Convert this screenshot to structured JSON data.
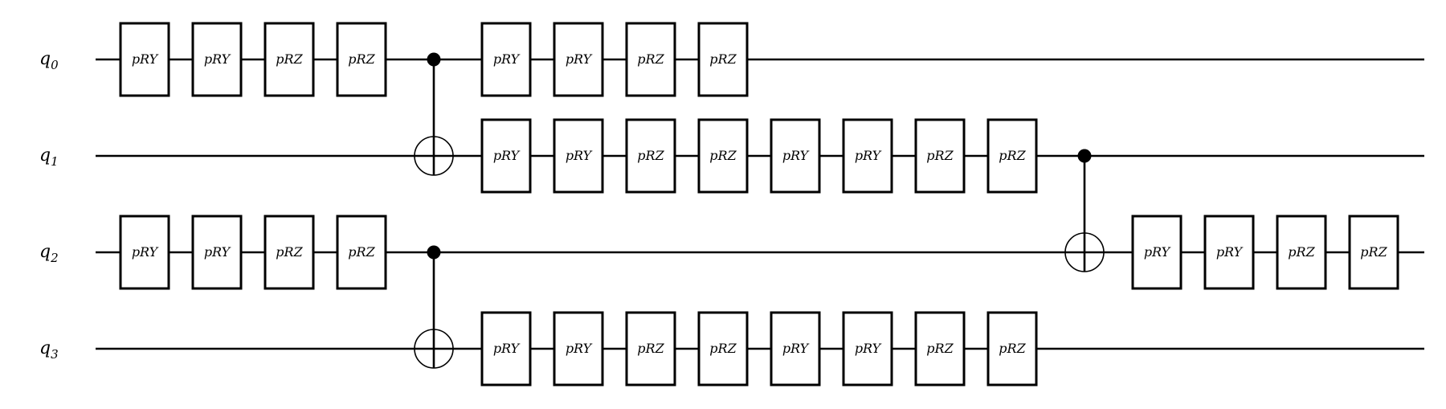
{
  "qubits": [
    {
      "name": "q",
      "index": "0"
    },
    {
      "name": "q",
      "index": "1"
    },
    {
      "name": "q",
      "index": "2"
    },
    {
      "name": "q",
      "index": "3"
    }
  ],
  "gates": [
    {
      "label": "pRY",
      "qubit": 0,
      "col": 0
    },
    {
      "label": "pRY",
      "qubit": 0,
      "col": 1
    },
    {
      "label": "pRZ",
      "qubit": 0,
      "col": 2
    },
    {
      "label": "pRZ",
      "qubit": 0,
      "col": 3
    },
    {
      "label": "pRY",
      "qubit": 0,
      "col": 5
    },
    {
      "label": "pRY",
      "qubit": 0,
      "col": 6
    },
    {
      "label": "pRZ",
      "qubit": 0,
      "col": 7
    },
    {
      "label": "pRZ",
      "qubit": 0,
      "col": 8
    },
    {
      "label": "pRY",
      "qubit": 1,
      "col": 5
    },
    {
      "label": "pRY",
      "qubit": 1,
      "col": 6
    },
    {
      "label": "pRZ",
      "qubit": 1,
      "col": 7
    },
    {
      "label": "pRZ",
      "qubit": 1,
      "col": 8
    },
    {
      "label": "pRY",
      "qubit": 1,
      "col": 9
    },
    {
      "label": "pRY",
      "qubit": 1,
      "col": 10
    },
    {
      "label": "pRZ",
      "qubit": 1,
      "col": 11
    },
    {
      "label": "pRZ",
      "qubit": 1,
      "col": 12
    },
    {
      "label": "pRY",
      "qubit": 2,
      "col": 0
    },
    {
      "label": "pRY",
      "qubit": 2,
      "col": 1
    },
    {
      "label": "pRZ",
      "qubit": 2,
      "col": 2
    },
    {
      "label": "pRZ",
      "qubit": 2,
      "col": 3
    },
    {
      "label": "pRY",
      "qubit": 2,
      "col": 14
    },
    {
      "label": "pRY",
      "qubit": 2,
      "col": 15
    },
    {
      "label": "pRZ",
      "qubit": 2,
      "col": 16
    },
    {
      "label": "pRZ",
      "qubit": 2,
      "col": 17
    },
    {
      "label": "pRY",
      "qubit": 3,
      "col": 5
    },
    {
      "label": "pRY",
      "qubit": 3,
      "col": 6
    },
    {
      "label": "pRZ",
      "qubit": 3,
      "col": 7
    },
    {
      "label": "pRZ",
      "qubit": 3,
      "col": 8
    },
    {
      "label": "pRY",
      "qubit": 3,
      "col": 9
    },
    {
      "label": "pRY",
      "qubit": 3,
      "col": 10
    },
    {
      "label": "pRZ",
      "qubit": 3,
      "col": 11
    },
    {
      "label": "pRZ",
      "qubit": 3,
      "col": 12
    }
  ],
  "cnots": [
    {
      "control": 0,
      "target": 1,
      "col": 4
    },
    {
      "control": 2,
      "target": 3,
      "col": 4
    },
    {
      "control": 1,
      "target": 2,
      "col": 13
    }
  ]
}
